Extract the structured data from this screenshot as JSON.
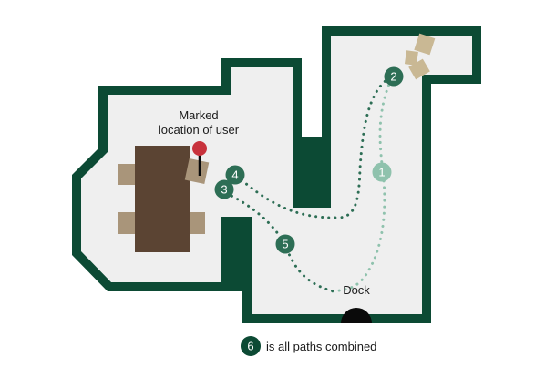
{
  "colors": {
    "wall": "#0c4a34",
    "floor": "#efefef",
    "path_dark": "#2d6e55",
    "path_light": "#8fc2ad",
    "table": "#5b4433",
    "chair": "#a9957a",
    "boxes": "#c9b894",
    "pin": "#c8323c",
    "dock": "#0a0a0a"
  },
  "labels": {
    "user_location": [
      "Marked",
      "location of user"
    ],
    "dock": "Dock"
  },
  "steps": [
    {
      "number": "1",
      "color": "path_light"
    },
    {
      "number": "2",
      "color": "path_dark"
    },
    {
      "number": "3",
      "color": "path_dark"
    },
    {
      "number": "4",
      "color": "path_dark"
    },
    {
      "number": "5",
      "color": "path_dark"
    }
  ],
  "legend": {
    "number": "6",
    "text": "is all paths combined"
  }
}
